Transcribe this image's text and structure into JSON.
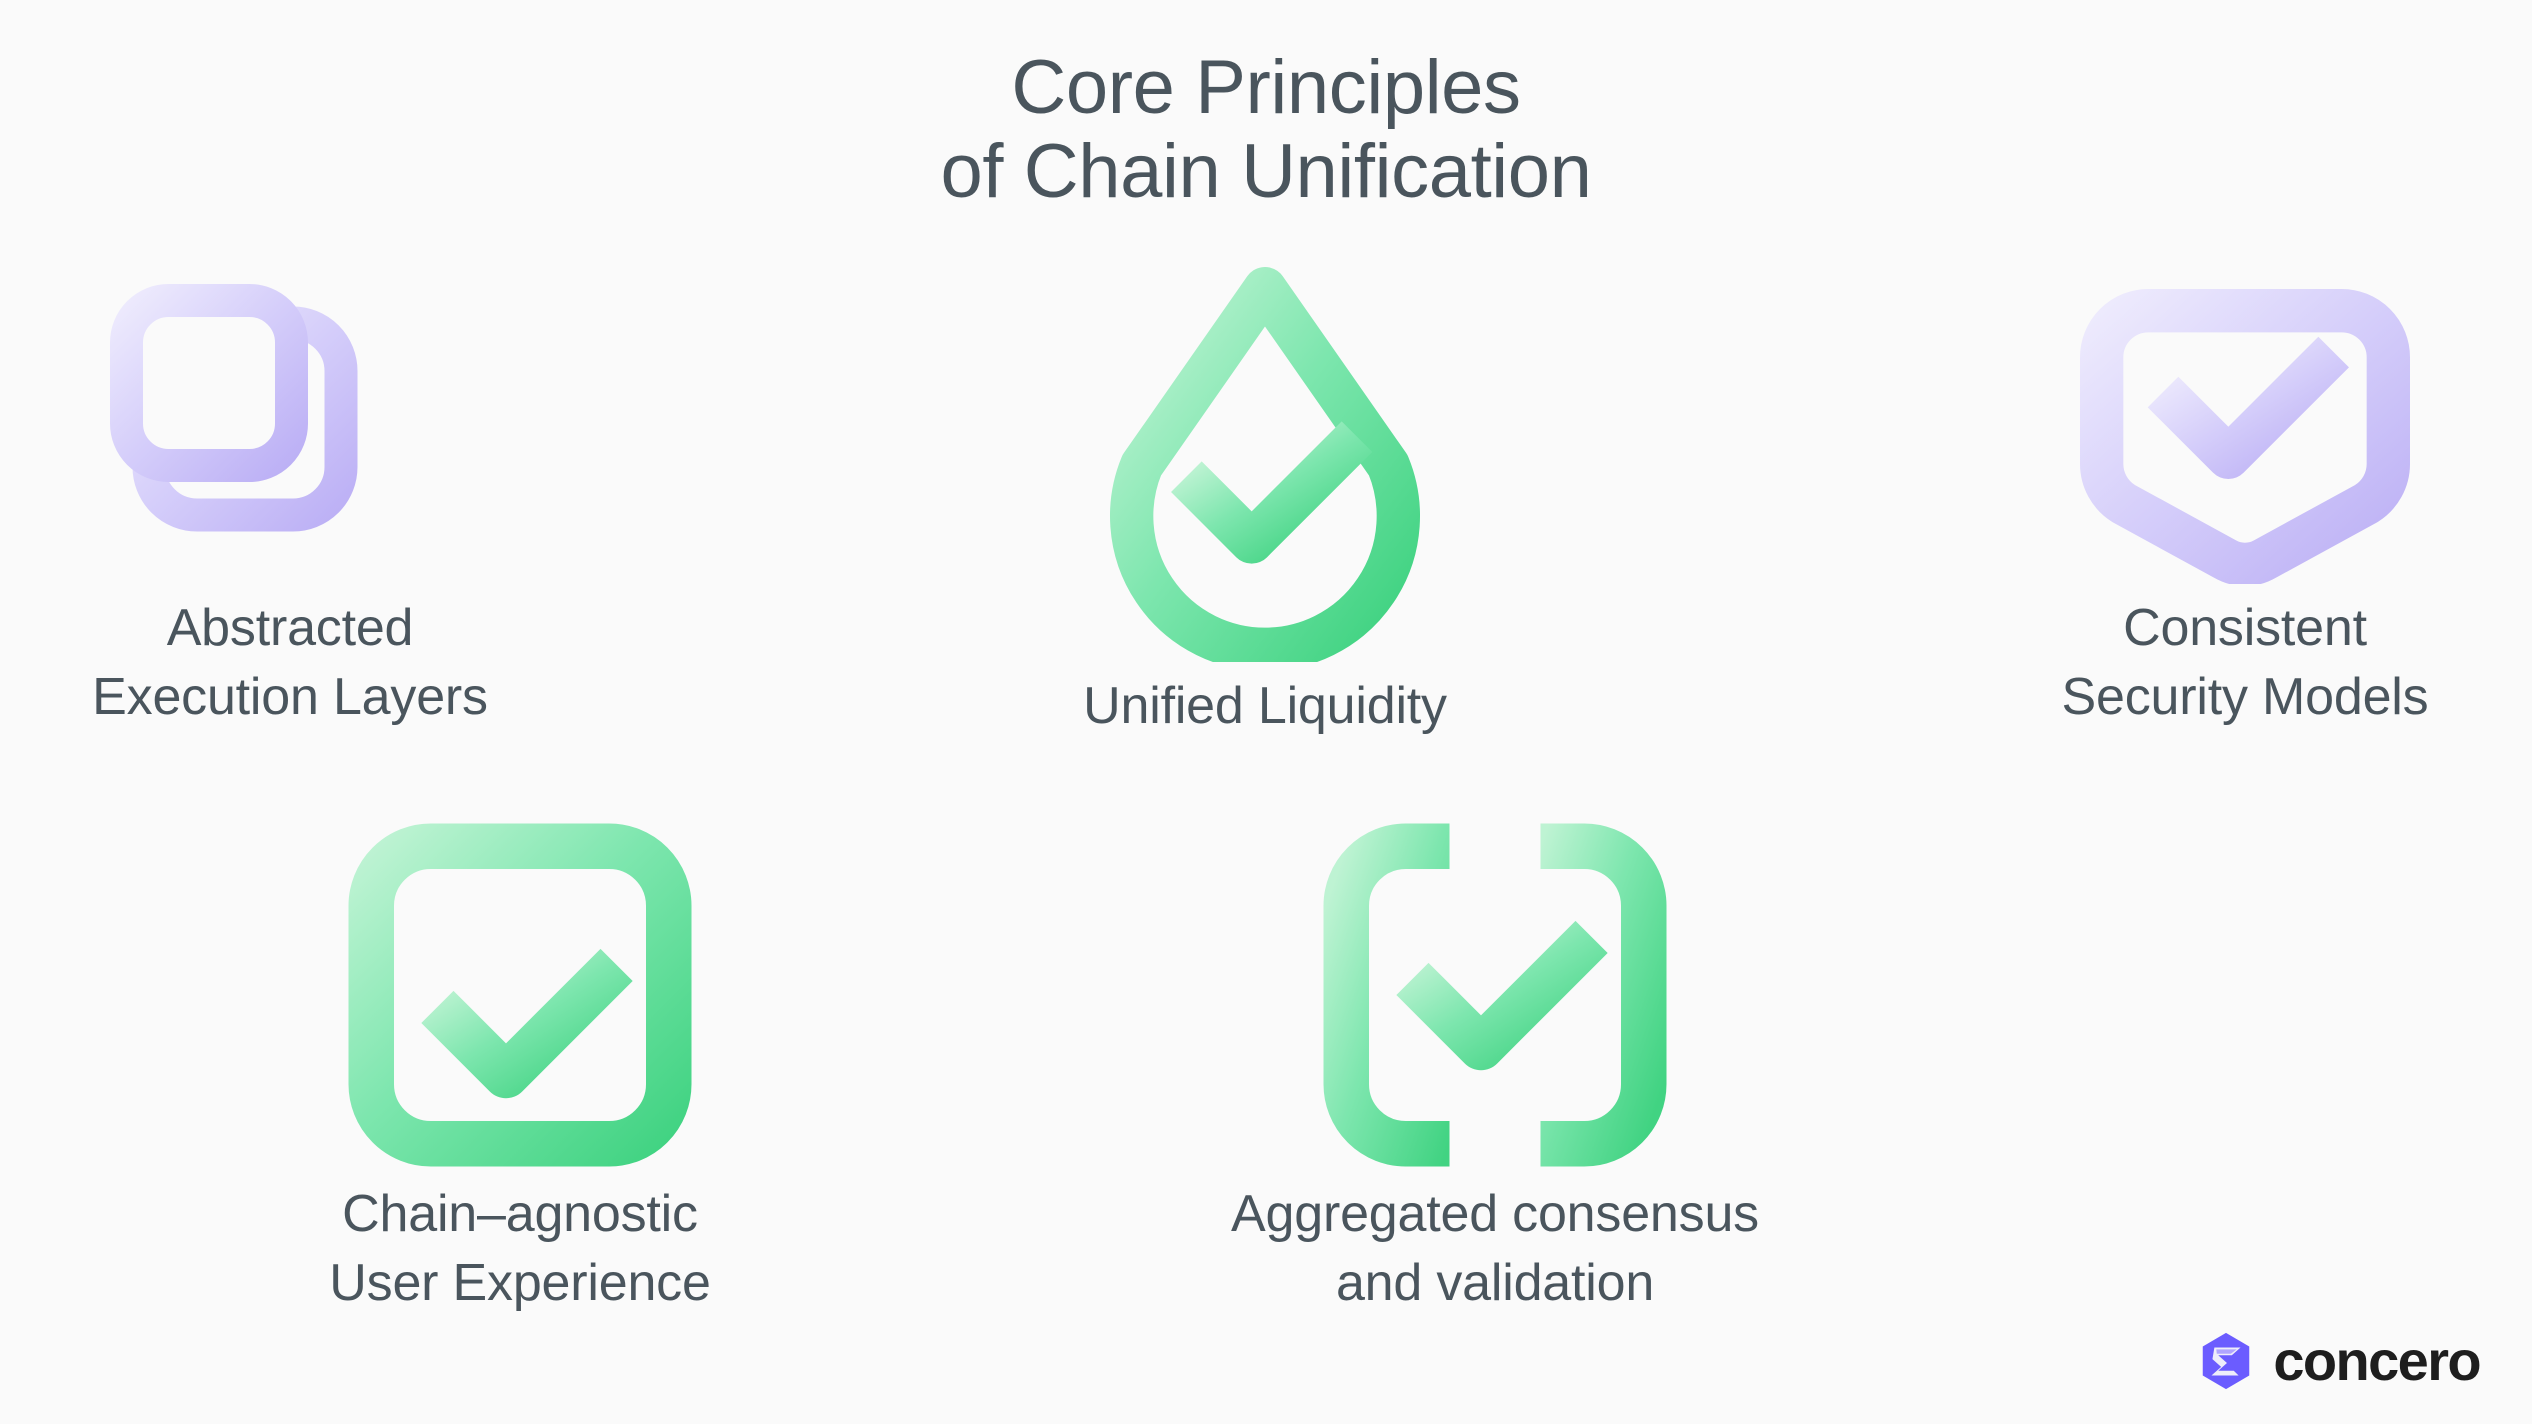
{
  "page": {
    "background_color": "#FAFAFA",
    "text_color": "#4A555D"
  },
  "header": {
    "title_line1": "Core Principles",
    "title_line2": "of Chain Unification"
  },
  "palette": {
    "green_light": "#B6F0CE",
    "green_dark": "#4CD98A",
    "purple_light": "#E6E2FC",
    "purple_dark": "#C3B9F7",
    "brand_purple": "#6B5CFF",
    "brand_text": "#1E1E1E"
  },
  "principles": [
    {
      "id": "abstracted-execution-layers",
      "icon": "overlapping-squares-icon",
      "icon_color": "purple",
      "label_line1": "Abstracted",
      "label_line2": "Execution Layers"
    },
    {
      "id": "unified-liquidity",
      "icon": "droplet-check-icon",
      "icon_color": "green",
      "label_line1": "Unified Liquidity",
      "label_line2": ""
    },
    {
      "id": "consistent-security-models",
      "icon": "shield-check-icon",
      "icon_color": "purple",
      "label_line1": "Consistent",
      "label_line2": "Security Models"
    },
    {
      "id": "chain-agnostic-user-experience",
      "icon": "browser-window-check-icon",
      "icon_color": "green",
      "label_line1": "Chain–agnostic",
      "label_line2": "User Experience"
    },
    {
      "id": "aggregated-consensus-and-validation",
      "icon": "brackets-check-icon",
      "icon_color": "green",
      "label_line1": "Aggregated consensus",
      "label_line2": "and validation"
    }
  ],
  "brand": {
    "name": "concero",
    "mark": "concero-hexagon-logo"
  }
}
